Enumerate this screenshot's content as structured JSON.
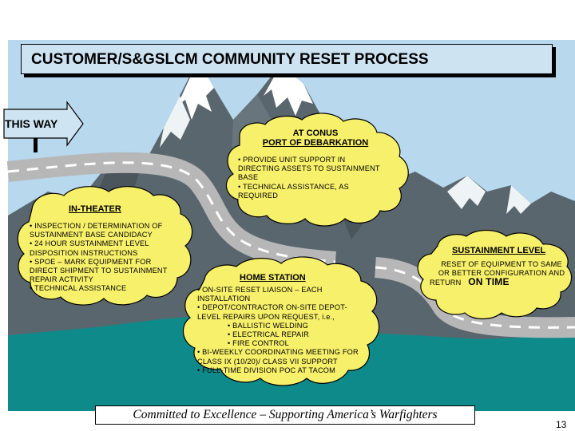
{
  "title": "CUSTOMER/S&GSLCM COMMUNITY RESET PROCESS",
  "arrow_label": "THIS WAY",
  "conus": {
    "heading_line1": "AT CONUS",
    "heading_line2": "PORT OF DEBARKATION",
    "lines": [
      "• PROVIDE UNIT SUPPORT IN",
      "DIRECTING ASSETS TO SUSTAINMENT",
      "BASE",
      "• TECHNICAL ASSISTANCE, AS",
      "REQUIRED"
    ]
  },
  "in_theater": {
    "heading": "IN-THEATER",
    "lines": [
      "• INSPECTION / DETERMINATION OF",
      "SUSTAINMENT BASE CANDIDACY",
      "• 24 HOUR SUSTAINMENT LEVEL",
      "DISPOSITION INSTRUCTIONS",
      "• SPOE – MARK EQUIPMENT FOR",
      "DIRECT SHIPMENT TO SUSTAINMENT",
      "REPAIR ACTIVITY",
      "• TECHNICAL ASSISTANCE"
    ]
  },
  "home_station": {
    "heading": "HOME STATION",
    "lines": [
      "• ON-SITE RESET LIAISON – EACH",
      "INSTALLATION",
      "• DEPOT/CONTRACTOR ON-SITE DEPOT-",
      "LEVEL REPAIRS UPON REQUEST, i.e.,"
    ],
    "sub_lines": [
      "• BALLISTIC WELDING",
      "• ELECTRICAL REPAIR",
      "• FIRE CONTROL"
    ],
    "tail_lines": [
      "• BI-WEEKLY COORDINATING MEETING FOR",
      "CLASS IX (10/20)/ CLASS VII SUPPORT",
      "• FULL-TIME DIVISION POC AT TACOM"
    ]
  },
  "sustainment": {
    "heading": "SUSTAINMENT LEVEL",
    "line1": "RESET OF EQUIPMENT TO SAME",
    "line2": "OR BETTER CONFIGURATION AND",
    "line3_prefix": "RETURN",
    "line3_emphasis": "ON TIME"
  },
  "footer": "Committed to Excellence – Supporting America’s Warfighters",
  "page_number": "13",
  "colors": {
    "sky": "#b8d8ee",
    "mountain_dark": "#4e5b63",
    "snow": "#ffffff",
    "ground": "#0f8a8a",
    "road": "#b7b7b7",
    "cloud": "#f7f06a"
  }
}
